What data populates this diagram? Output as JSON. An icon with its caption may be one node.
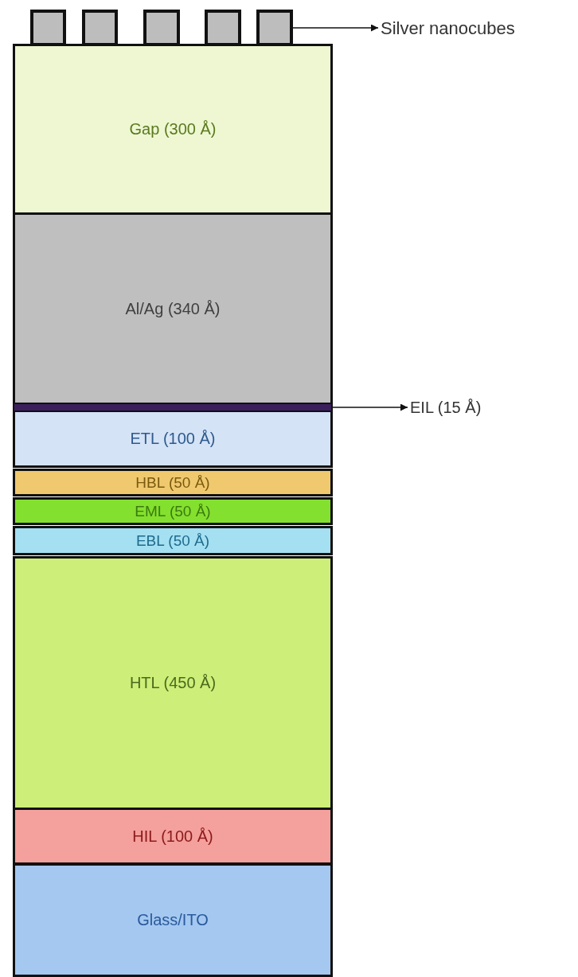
{
  "diagram": {
    "nodes": [
      {
        "text": [],
        "shape": "box"
      },
      {
        "text": [],
        "shape": "box"
      },
      {
        "text": [],
        "shape": "box"
      },
      {
        "text": [],
        "shape": "box"
      },
      {
        "text": [],
        "shape": "box"
      },
      {
        "text": [
          "Silver nanocubes"
        ]
      },
      {
        "text": [
          "Gap (300 Å)"
        ]
      },
      {
        "text": [
          "Al/Ag (340 Å)"
        ]
      },
      {
        "text": [],
        "shape": "bar"
      },
      {
        "text": [
          "EIL (15 Å)"
        ]
      },
      {
        "text": [
          "ETL (100 Å)"
        ]
      },
      {
        "text": [
          "HBL (50 Å)"
        ]
      },
      {
        "text": [
          "EML (50 Å)"
        ]
      },
      {
        "text": [
          "EBL (50 Å)"
        ]
      },
      {
        "text": [
          "HTL (450 Å)"
        ]
      },
      {
        "text": [
          "HIL (100 Å)"
        ]
      },
      {
        "text": [
          "Glass/ITO"
        ]
      }
    ],
    "edges": [
      {
        "from": 4,
        "to": 5,
        "arrow": "to"
      },
      {
        "from": 8,
        "to": 9,
        "arrow": "to"
      }
    ]
  }
}
